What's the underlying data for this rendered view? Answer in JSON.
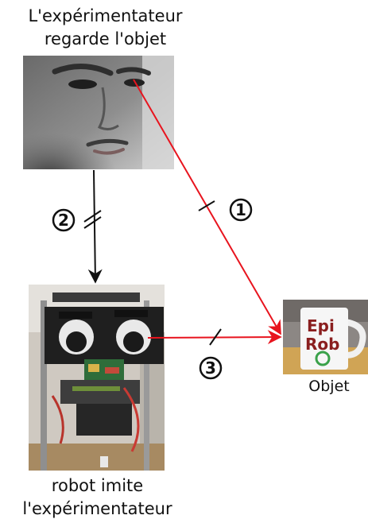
{
  "labels": {
    "experimenter_line1": "L'expérimentateur",
    "experimenter_line2": "regarde l'objet",
    "robot_line1": "robot imite",
    "robot_line2": "l'expérimentateur",
    "object": "Objet"
  },
  "steps": {
    "one": "1",
    "two": "2",
    "three": "3"
  },
  "mug": {
    "logo_line1": "Epi",
    "logo_line2": "Rob"
  },
  "colors": {
    "gaze_arrow": "#e8141e",
    "imitation_arrow": "#111111",
    "logo_red": "#8a1f1f",
    "logo_green": "#3aa14a"
  }
}
